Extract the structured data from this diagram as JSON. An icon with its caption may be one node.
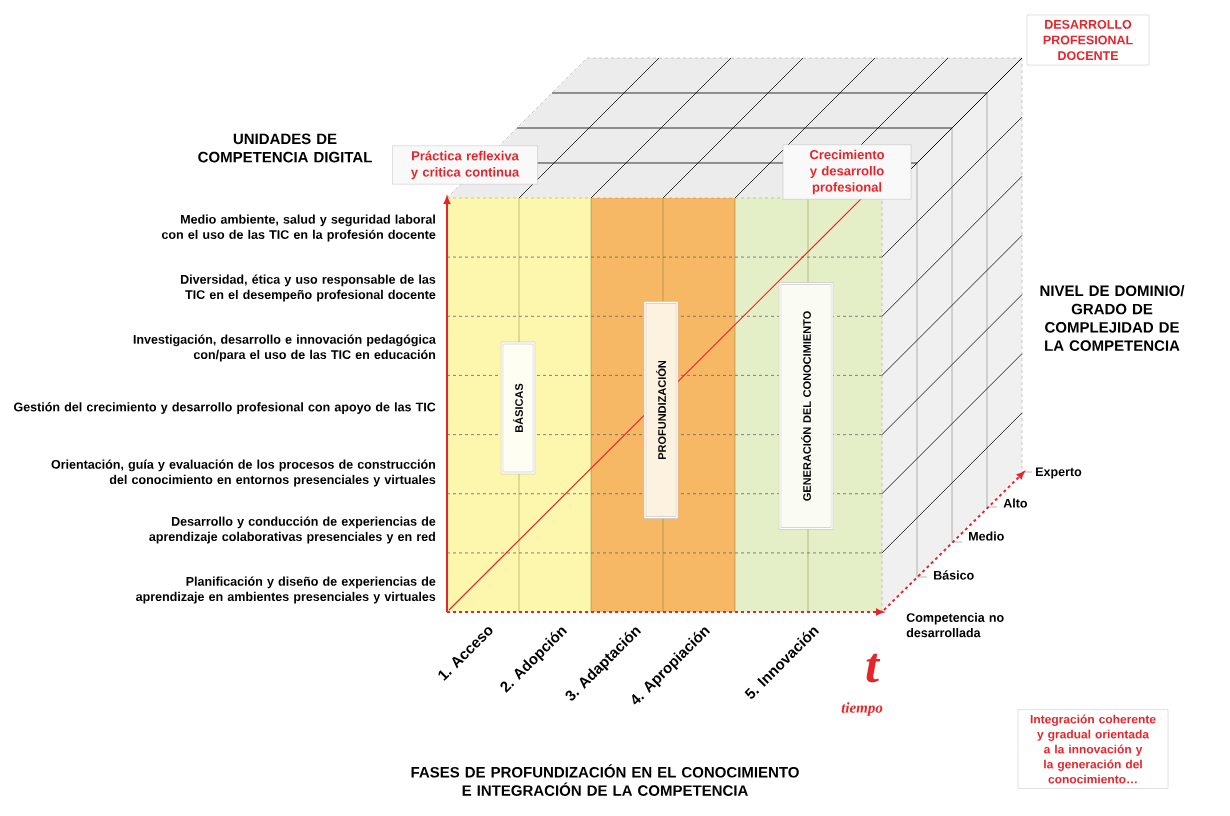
{
  "diagram": {
    "nodes": [
      {
        "text": [
          "Práctica reflexiva y critica continua"
        ]
      },
      {
        "text": [
          "Crecimiento y desarrollo profesional"
        ]
      },
      {
        "text": [
          "DESARROLLO PROFESIONAL DOCENTE"
        ]
      },
      {
        "text": [
          "BÁSICAS"
        ]
      },
      {
        "text": [
          "PROFUNDIZACIÓN"
        ]
      },
      {
        "text": [
          "GENERACIÓN DEL CONOCIMIENTO"
        ]
      },
      {
        "text": [
          "Integración coherente y gradual orientada a la innovación y la generación del conocimiento…"
        ]
      }
    ],
    "labels": [
      "UNIDADES DE COMPETENCIA DIGITAL",
      "Medio ambiente, salud y seguridad laboral con el uso de las TIC en la profesión docente",
      "Diversidad, ética y uso responsable de las TIC en el desempeño profesional docente",
      "Investigación, desarrollo e innovación pedagógica con/para el uso de las TIC en educación",
      "Gestión del crecimiento y desarrollo profesional con apoyo de las TIC",
      "Orientación, guía y evaluación de los procesos de construcción del conocimiento en entornos presenciales y virtuales",
      "Desarrollo y conducción de experiencias de aprendizaje colaborativas presenciales y en red",
      "Planificación y diseño de experiencias de aprendizaje en ambientes presenciales y virtuales",
      "NIVEL DE DOMINIO/ GRADO DE COMPLEJIDAD DE LA COMPETENCIA",
      "Experto",
      "Alto",
      "Medio",
      "Básico",
      "Competencia no desarrollada",
      "1. Acceso",
      "2. Adopción",
      "3. Adaptación",
      "4. Apropiación",
      "5. Innovación",
      "t",
      "tiempo",
      "FASES DE PROFUNDIZACIÓN EN EL CONOCIMIENTO E INTEGRACIÓN DE LA COMPETENCIA"
    ]
  }
}
